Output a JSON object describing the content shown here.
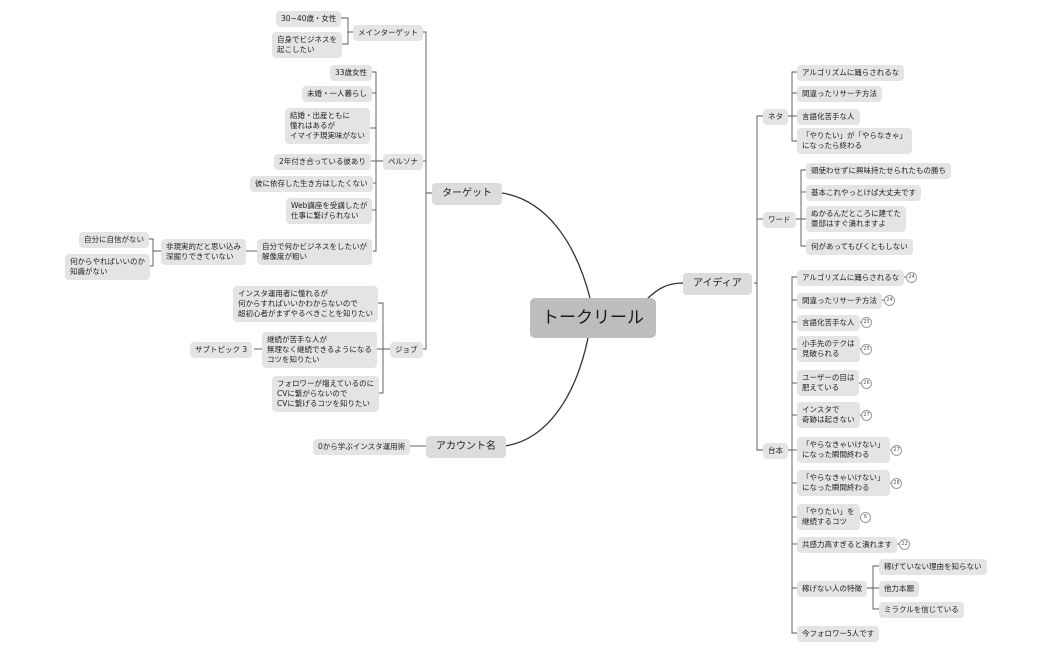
{
  "central": "トークリール",
  "branches": {
    "target": "ターゲット",
    "account": "アカウント名",
    "idea": "アイディア"
  },
  "target": {
    "main": {
      "label": "メインターゲット",
      "items": [
        "30~40歳・女性",
        "自身でビジネスを\n起こしたい"
      ]
    },
    "persona": {
      "label": "ペルソナ",
      "items": [
        "33歳女性",
        "未婚・一人暮らし",
        "結婚・出産ともに\n憧れはあるが\nイマイチ現実味がない",
        "2年付き合っている彼あり",
        "彼に依存した生き方はしたくない",
        "Web講座を受講したが\n仕事に繋げられない",
        "自分で何かビジネスをしたいが\n解像度が粗い"
      ],
      "sub": {
        "label": "非現実的だと思い込み\n深掘りできていない",
        "items": [
          "自分に自信がない",
          "何からやればいいのか\n知識がない"
        ]
      }
    },
    "job": {
      "label": "ジョブ",
      "items": [
        "インスタ運用者に憧れるが\n何からすればいいかわからないので\n超初心者がまずやるべきことを知りたい",
        "継続が苦手な人が\n無理なく継続できるようになる\nコツを知りたい",
        "フォロワーが増えているのに\nCVに繋がらないので\nCVに繋げるコツを知りたい"
      ],
      "subtopic": "サブトピック 3"
    }
  },
  "account": {
    "item": "0から学ぶインスタ運用術"
  },
  "idea": {
    "neta": {
      "label": "ネタ",
      "items": [
        "アルゴリズムに踊らされるな",
        "間違ったリサーチ方法",
        "言語化苦手な人",
        "「やりたい」が「やらなきゃ」\nになったら終わる"
      ]
    },
    "word": {
      "label": "ワード",
      "items": [
        "頭使わせずに興味持たせられたもの勝ち",
        "基本これやっとけば大丈夫です",
        "ぬかるんだところに建てた\n豪邸はすぐ潰れますよ",
        "何があってもびくともしない"
      ]
    },
    "script": {
      "label": "台本",
      "items": [
        {
          "text": "アルゴリズムに踊らされるな",
          "badge": "24"
        },
        {
          "text": "間違ったリサーチ方法",
          "badge": "24"
        },
        {
          "text": "言語化苦手な人",
          "badge": "25"
        },
        {
          "text": "小手先のテクは\n見破られる",
          "badge": "25"
        },
        {
          "text": "ユーザーの目は\n肥えている",
          "badge": "26"
        },
        {
          "text": "インスタで\n奇跡は起きない",
          "badge": "27"
        },
        {
          "text": "「やらなきゃいけない」\nになった瞬間終わる",
          "badge": "27"
        },
        {
          "text": "「やらなきゃいけない」\nになった瞬間終わる",
          "badge": "28"
        },
        {
          "text": "「やりたい」を\n継続するコツ",
          "badge": "6"
        },
        {
          "text": "共感力高すぎると潰れます",
          "badge": "22"
        }
      ],
      "nonearners": {
        "label": "稼げない人の特徴",
        "items": [
          "稼げていない理由を知らない",
          "他力本願",
          "ミラクルを信じている"
        ]
      },
      "last": "今フォロワー5人です"
    }
  }
}
